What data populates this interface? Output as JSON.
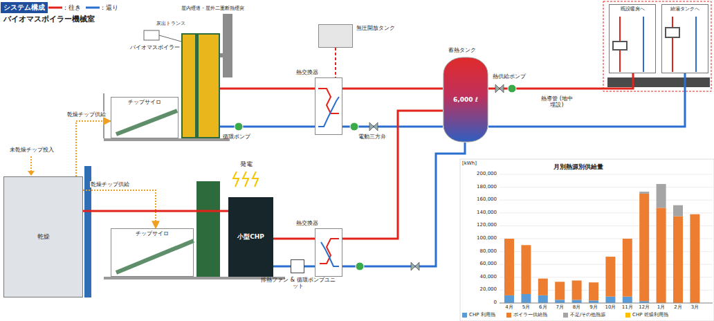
{
  "diagram": {
    "title": "システム構成",
    "nodes": [
      {
        "text": [
          "システム構成"
        ]
      },
      {
        "text": [
          "チップサイロ"
        ]
      },
      {
        "text": [
          "バイオマスボイラー"
        ]
      },
      {
        "text": [
          "無圧開放タンク"
        ]
      },
      {
        "text": [
          "熱交換器"
        ]
      },
      {
        "text": [
          "蓄熱タンク",
          "6,000 ℓ"
        ]
      },
      {
        "text": [
          "既設暖房へ"
        ]
      },
      {
        "text": [
          "給湯タンクへ"
        ]
      },
      {
        "text": [
          "乾燥"
        ]
      },
      {
        "text": [
          "チップサイロ"
        ]
      },
      {
        "text": [
          "小型CHP"
        ]
      },
      {
        "text": [
          "排熱ファン & 循環ポンプユニット"
        ]
      },
      {
        "text": [
          "熱交換器"
        ]
      }
    ],
    "edges": [
      {
        "from": 2,
        "to": 4,
        "arrow": "none"
      },
      {
        "from": 4,
        "to": 2,
        "arrow": "none"
      },
      {
        "from": 3,
        "to": 4,
        "arrow": "none"
      },
      {
        "from": 4,
        "to": 5,
        "arrow": "none"
      },
      {
        "from": 5,
        "to": 4,
        "arrow": "none"
      },
      {
        "from": 5,
        "to": 6,
        "arrow": "none"
      },
      {
        "from": 7,
        "to": 5,
        "arrow": "none"
      },
      {
        "from": 8,
        "to": 1,
        "label": "乾燥チップ供給",
        "arrow": "to"
      },
      {
        "from": 8,
        "to": 9,
        "label": "乾燥チップ供給",
        "arrow": "to"
      },
      {
        "from": 10,
        "to": 8,
        "arrow": "none"
      },
      {
        "from": 12,
        "to": 10,
        "arrow": "none"
      },
      {
        "from": 12,
        "to": 5,
        "arrow": "none"
      },
      {
        "from": 5,
        "to": 12,
        "arrow": "none"
      },
      {
        "from": 10,
        "to": 11,
        "arrow": "none"
      },
      {
        "from": 11,
        "to": 12,
        "arrow": "none"
      }
    ],
    "labels": [
      "バイオマスボイラー機械室",
      "灰出トランス",
      "屋内煙道・屋外二重断熱煙突",
      "循環ポンプ",
      "電動三方弁",
      "熱供給ポンプ",
      "熱導管 (地中埋設)",
      "未乾燥チップ投入",
      "発電",
      "月別熱源別供給量",
      "[kWh]",
      "200,000",
      "180,000",
      "160,000",
      "140,000",
      "120,000",
      "100,000",
      "80,000",
      "60,000",
      "40,000",
      "20,000",
      "0",
      "4月",
      "5月",
      "6月",
      "7月",
      "8月",
      "9月",
      "10月",
      "11月",
      "12月",
      "1月",
      "2月",
      "3月"
    ],
    "legend": [
      {
        "text": "：往き"
      },
      {
        "text": "：還り"
      },
      {
        "text": "CHP 利用熱",
        "color": "#5b9bd5"
      },
      {
        "text": "ボイラー供給熱",
        "color": "#ed7d31"
      },
      {
        "text": "不足/その他熱源",
        "color": "#a5a5a5"
      },
      {
        "text": "CHP 乾燥利用熱",
        "color": "#ffc000"
      }
    ]
  }
}
